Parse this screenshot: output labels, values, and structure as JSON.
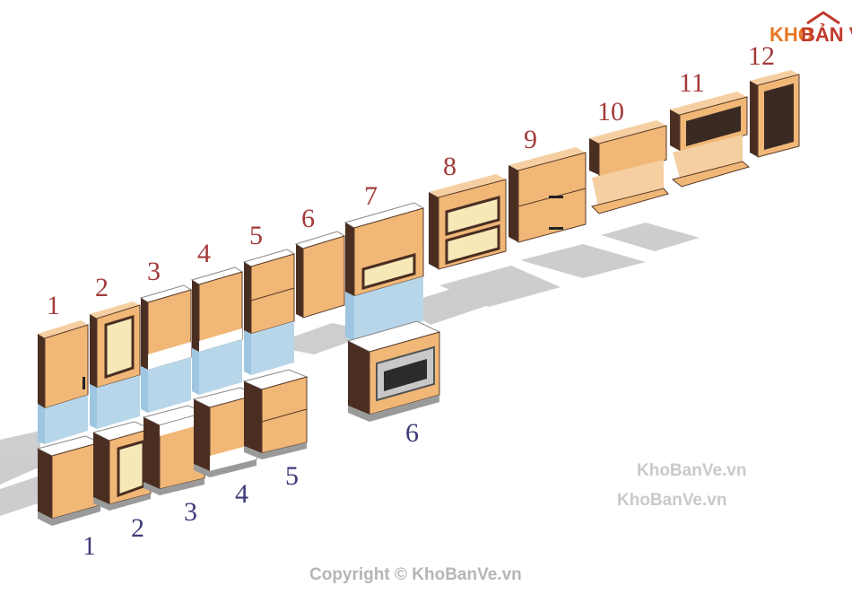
{
  "logo": {
    "part1": "KHO",
    "part2": "BẢN VẼ"
  },
  "upper_labels": [
    "1",
    "2",
    "3",
    "4",
    "5",
    "6",
    "7",
    "8",
    "9",
    "10",
    "11",
    "12"
  ],
  "lower_labels": [
    "1",
    "2",
    "3",
    "4",
    "5",
    "6"
  ],
  "watermarks": [
    "KhoBanVe.vn",
    "KhoBanVe.vn"
  ],
  "copyright": "Copyright © KhoBanVe.vn",
  "colors": {
    "wood_front": "#f0b777",
    "wood_dark": "#4a2e22",
    "wood_top": "#f5cfa2",
    "counter": "#ffffff",
    "backsplash": "#9fc6e0",
    "shadow": "#bdbdbd",
    "upper_label": "#a33a3a",
    "lower_label": "#3d3a78"
  }
}
